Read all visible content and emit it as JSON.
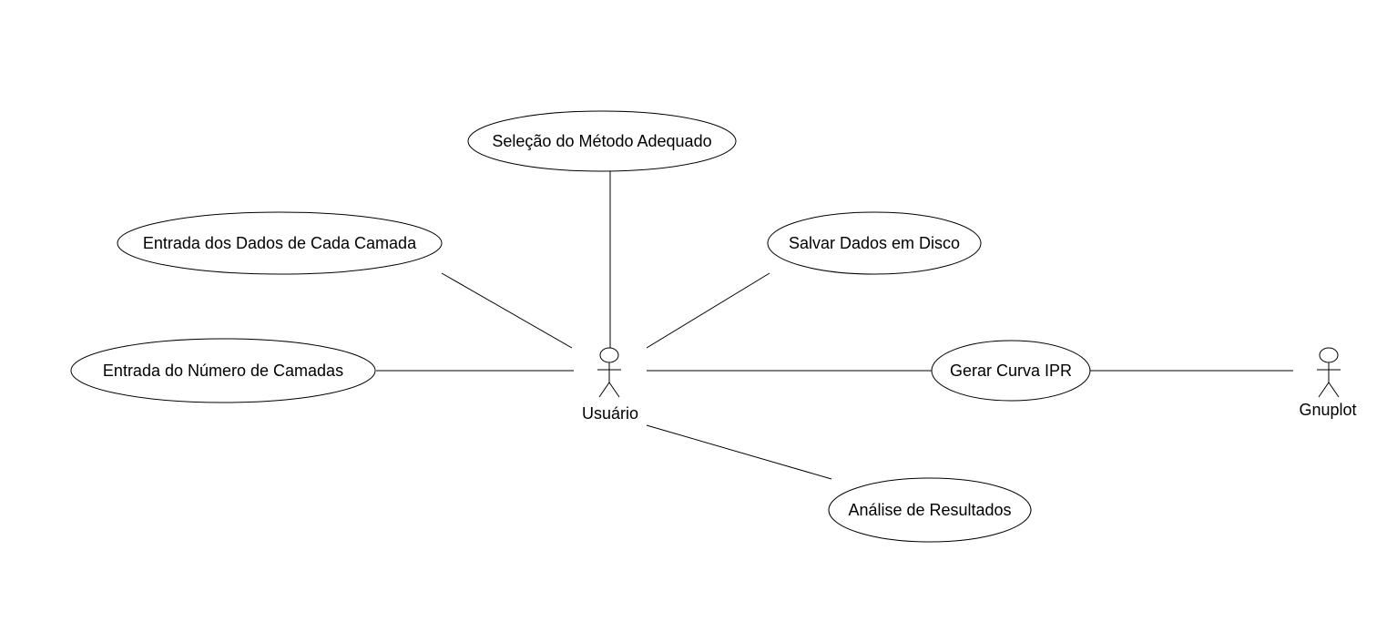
{
  "actors": [
    {
      "id": "usuario",
      "label": "Usuário"
    },
    {
      "id": "gnuplot",
      "label": "Gnuplot"
    }
  ],
  "use_cases": [
    {
      "id": "selecao-metodo",
      "label": "Seleção do Método Adequado"
    },
    {
      "id": "entrada-dados-camada",
      "label": "Entrada dos Dados de Cada Camada"
    },
    {
      "id": "salvar-dados",
      "label": "Salvar Dados em Disco"
    },
    {
      "id": "entrada-numero-camadas",
      "label": "Entrada do Número de Camadas"
    },
    {
      "id": "gerar-curva-ipr",
      "label": "Gerar Curva IPR"
    },
    {
      "id": "analise-resultados",
      "label": "Análise de Resultados"
    }
  ],
  "associations": [
    {
      "from": "usuario",
      "to": "selecao-metodo"
    },
    {
      "from": "usuario",
      "to": "entrada-dados-camada"
    },
    {
      "from": "usuario",
      "to": "salvar-dados"
    },
    {
      "from": "usuario",
      "to": "entrada-numero-camadas"
    },
    {
      "from": "usuario",
      "to": "gerar-curva-ipr"
    },
    {
      "from": "usuario",
      "to": "analise-resultados"
    },
    {
      "from": "gnuplot",
      "to": "gerar-curva-ipr"
    }
  ]
}
